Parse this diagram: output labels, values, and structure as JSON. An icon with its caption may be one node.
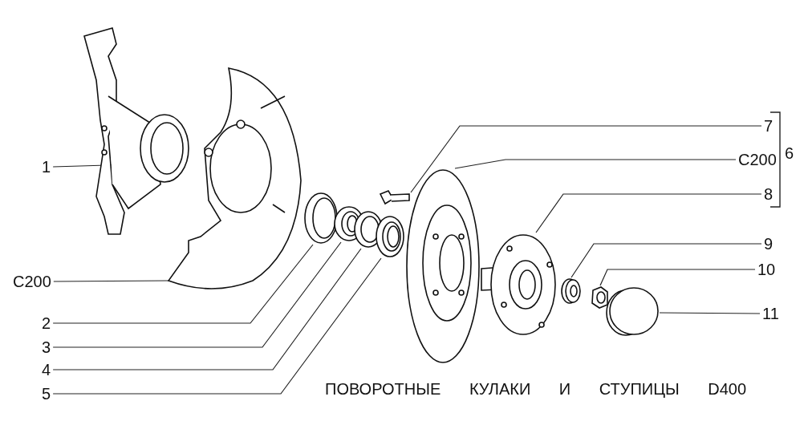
{
  "diagram": {
    "title": "ПОВОРОТНЫЕ КУЛАКИ И СТУПИЦЫ D400",
    "nodes": [
      {
        "text": [
          "1"
        ]
      },
      {
        "text": [
          "C200"
        ]
      },
      {
        "text": [
          "2"
        ]
      },
      {
        "text": [
          "3"
        ]
      },
      {
        "text": [
          "4"
        ]
      },
      {
        "text": [
          "5"
        ]
      },
      {
        "text": [
          "7"
        ]
      },
      {
        "text": [
          "C200"
        ]
      },
      {
        "text": [
          "8"
        ]
      },
      {
        "text": [
          "9"
        ]
      },
      {
        "text": [
          "10"
        ]
      },
      {
        "text": [
          "11"
        ]
      },
      {
        "text": [],
        "shape": "picture"
      },
      {
        "text": [],
        "shape": "picture"
      },
      {
        "text": [],
        "shape": "picture"
      },
      {
        "text": [],
        "shape": "picture"
      },
      {
        "text": [],
        "shape": "picture"
      },
      {
        "text": [],
        "shape": "picture"
      },
      {
        "text": [],
        "shape": "picture"
      },
      {
        "text": [],
        "shape": "picture"
      },
      {
        "text": [],
        "shape": "picture"
      },
      {
        "text": [],
        "shape": "picture"
      },
      {
        "text": [],
        "shape": "picture"
      },
      {
        "text": [],
        "shape": "picture"
      }
    ],
    "edges": [
      {
        "from": 0,
        "to": 12,
        "arrow": "none"
      },
      {
        "from": 1,
        "to": 13,
        "arrow": "none"
      },
      {
        "from": 2,
        "to": 14,
        "arrow": "none"
      },
      {
        "from": 3,
        "to": 15,
        "arrow": "none"
      },
      {
        "from": 4,
        "to": 16,
        "arrow": "none"
      },
      {
        "from": 5,
        "to": 17,
        "arrow": "none"
      },
      {
        "from": 6,
        "to": 18,
        "arrow": "none"
      },
      {
        "from": 7,
        "to": 19,
        "arrow": "none"
      },
      {
        "from": 8,
        "to": 20,
        "arrow": "none"
      },
      {
        "from": 9,
        "to": 21,
        "arrow": "none"
      },
      {
        "from": 10,
        "to": 22,
        "arrow": "none"
      },
      {
        "from": 11,
        "to": 23,
        "arrow": "none"
      }
    ],
    "labels": [
      "6"
    ]
  }
}
